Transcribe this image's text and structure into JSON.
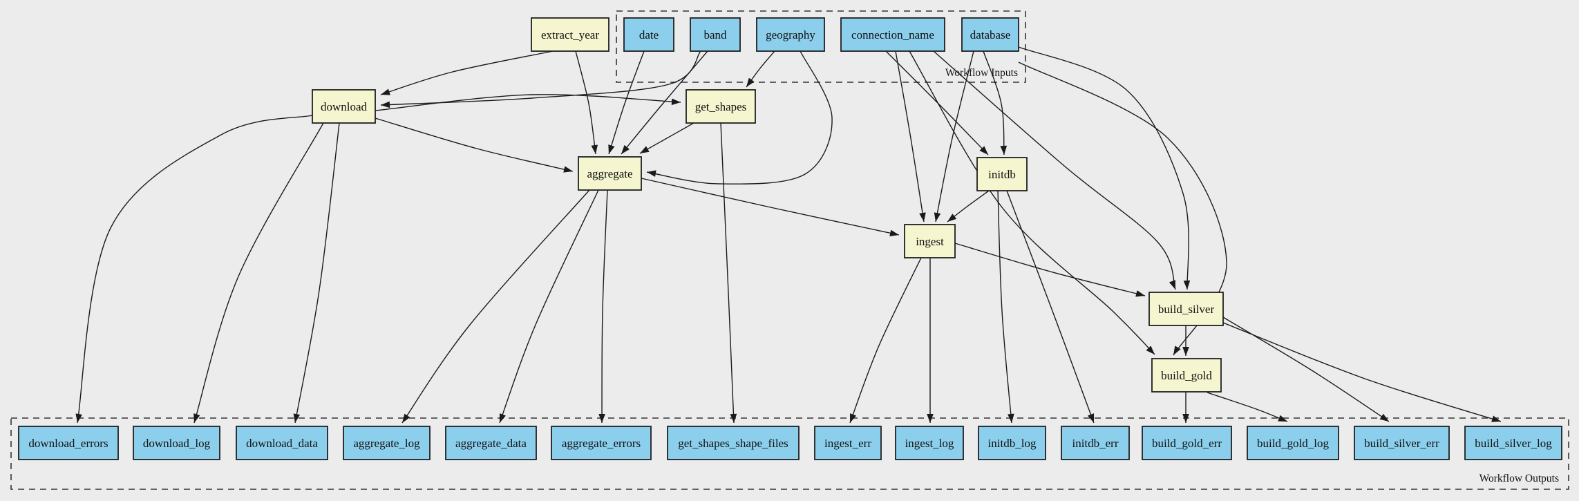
{
  "diagram": {
    "clusters": {
      "inputs": {
        "label": "Workflow Inputs"
      },
      "outputs": {
        "label": "Workflow Outputs"
      }
    },
    "colors": {
      "background": "#ececec",
      "task_fill": "#f5f5d0",
      "io_fill": "#8bcfec",
      "node_stroke": "#1f1f1f",
      "edge": "#1a1a1a"
    },
    "nodes": [
      {
        "id": "extract_year",
        "label": "extract_year",
        "kind": "task"
      },
      {
        "id": "date",
        "label": "date",
        "kind": "input"
      },
      {
        "id": "band",
        "label": "band",
        "kind": "input"
      },
      {
        "id": "geography",
        "label": "geography",
        "kind": "input"
      },
      {
        "id": "connection_name",
        "label": "connection_name",
        "kind": "input"
      },
      {
        "id": "database",
        "label": "database",
        "kind": "input"
      },
      {
        "id": "download",
        "label": "download",
        "kind": "task"
      },
      {
        "id": "get_shapes",
        "label": "get_shapes",
        "kind": "task"
      },
      {
        "id": "aggregate",
        "label": "aggregate",
        "kind": "task"
      },
      {
        "id": "initdb",
        "label": "initdb",
        "kind": "task"
      },
      {
        "id": "ingest",
        "label": "ingest",
        "kind": "task"
      },
      {
        "id": "build_silver",
        "label": "build_silver",
        "kind": "task"
      },
      {
        "id": "build_gold",
        "label": "build_gold",
        "kind": "task"
      },
      {
        "id": "download_errors",
        "label": "download_errors",
        "kind": "output"
      },
      {
        "id": "download_log",
        "label": "download_log",
        "kind": "output"
      },
      {
        "id": "download_data",
        "label": "download_data",
        "kind": "output"
      },
      {
        "id": "aggregate_log",
        "label": "aggregate_log",
        "kind": "output"
      },
      {
        "id": "aggregate_data",
        "label": "aggregate_data",
        "kind": "output"
      },
      {
        "id": "aggregate_errors",
        "label": "aggregate_errors",
        "kind": "output"
      },
      {
        "id": "get_shapes_shape_files",
        "label": "get_shapes_shape_files",
        "kind": "output"
      },
      {
        "id": "ingest_err",
        "label": "ingest_err",
        "kind": "output"
      },
      {
        "id": "ingest_log",
        "label": "ingest_log",
        "kind": "output"
      },
      {
        "id": "initdb_log",
        "label": "initdb_log",
        "kind": "output"
      },
      {
        "id": "initdb_err",
        "label": "initdb_err",
        "kind": "output"
      },
      {
        "id": "build_gold_err",
        "label": "build_gold_err",
        "kind": "output"
      },
      {
        "id": "build_gold_log",
        "label": "build_gold_log",
        "kind": "output"
      },
      {
        "id": "build_silver_err",
        "label": "build_silver_err",
        "kind": "output"
      },
      {
        "id": "build_silver_log",
        "label": "build_silver_log",
        "kind": "output"
      }
    ],
    "edges": [
      {
        "from": "extract_year",
        "to": "download"
      },
      {
        "from": "band",
        "to": "download"
      },
      {
        "from": "extract_year",
        "to": "aggregate"
      },
      {
        "from": "date",
        "to": "aggregate"
      },
      {
        "from": "band",
        "to": "aggregate"
      },
      {
        "from": "geography",
        "to": "get_shapes"
      },
      {
        "from": "geography",
        "to": "aggregate"
      },
      {
        "from": "download",
        "to": "get_shapes"
      },
      {
        "from": "download",
        "to": "aggregate"
      },
      {
        "from": "get_shapes",
        "to": "aggregate"
      },
      {
        "from": "aggregate",
        "to": "ingest"
      },
      {
        "from": "connection_name",
        "to": "initdb"
      },
      {
        "from": "database",
        "to": "initdb"
      },
      {
        "from": "connection_name",
        "to": "ingest"
      },
      {
        "from": "database",
        "to": "ingest"
      },
      {
        "from": "initdb",
        "to": "ingest"
      },
      {
        "from": "ingest",
        "to": "build_silver"
      },
      {
        "from": "connection_name",
        "to": "build_silver"
      },
      {
        "from": "database",
        "to": "build_silver"
      },
      {
        "from": "connection_name",
        "to": "build_gold"
      },
      {
        "from": "database",
        "to": "build_gold"
      },
      {
        "from": "build_silver",
        "to": "build_gold"
      },
      {
        "from": "download",
        "to": "download_errors"
      },
      {
        "from": "download",
        "to": "download_log"
      },
      {
        "from": "download",
        "to": "download_data"
      },
      {
        "from": "aggregate",
        "to": "aggregate_log"
      },
      {
        "from": "aggregate",
        "to": "aggregate_data"
      },
      {
        "from": "aggregate",
        "to": "aggregate_errors"
      },
      {
        "from": "get_shapes",
        "to": "get_shapes_shape_files"
      },
      {
        "from": "ingest",
        "to": "ingest_err"
      },
      {
        "from": "ingest",
        "to": "ingest_log"
      },
      {
        "from": "initdb",
        "to": "initdb_log"
      },
      {
        "from": "initdb",
        "to": "initdb_err"
      },
      {
        "from": "build_gold",
        "to": "build_gold_err"
      },
      {
        "from": "build_gold",
        "to": "build_gold_log"
      },
      {
        "from": "build_silver",
        "to": "build_silver_err"
      },
      {
        "from": "build_silver",
        "to": "build_silver_log"
      }
    ]
  }
}
